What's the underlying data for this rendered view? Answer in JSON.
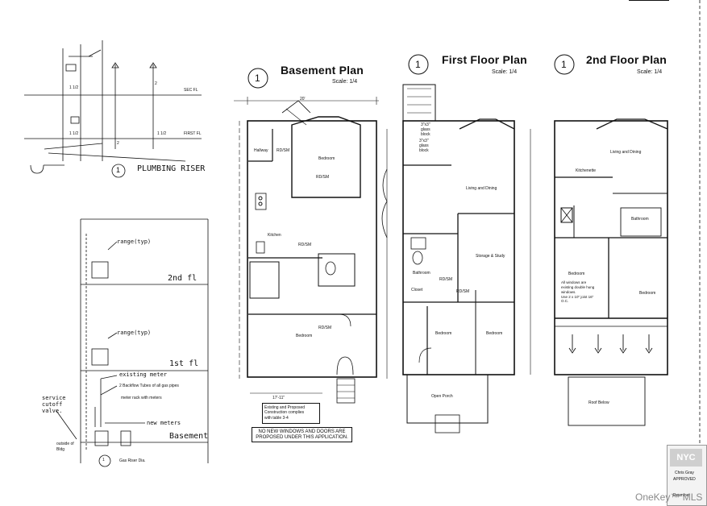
{
  "sheet": {
    "plumbing_riser": {
      "title": "PLUMBING RISER",
      "number": "1",
      "floor_labels": [
        "SEC FL",
        "FIRST FL"
      ],
      "sizes": [
        "1 1/2",
        "1 1/2",
        "1 1/2",
        "2",
        "2"
      ]
    },
    "gas_riser": {
      "number": "1",
      "title": "Gas Riser Dia.",
      "labels": {
        "range_2": "range(typ)",
        "range_1": "range(typ)",
        "fl2": "2nd fl",
        "fl1": "1st fl",
        "basement": "Basement",
        "existing_meter": "existing meter",
        "backflow": "2 Backflow Tubes of all gas pipes",
        "meter_rack": "meter rack with meters",
        "new_meters": "new meters",
        "service": "service cutoff valve.",
        "outside": "outside of Bldg"
      }
    },
    "basement": {
      "number": "1",
      "title": "Basement Plan",
      "scale": "Scale: 1/4",
      "rooms": {
        "hallway": "Hallway",
        "kitchen": "Kitchen",
        "bedroom1": "Bedroom",
        "bedroom2": "Bedroom"
      },
      "room_tags": [
        "RD/SM",
        "RD/SM",
        "RD/SM",
        "RD/SM"
      ],
      "notes": [
        "Existing and Proposed",
        "Construction complies",
        "with table 3-4"
      ],
      "warning": "NO NEW WINDOWS AND DOORS ARE PROPOSED UNDER THIS APPLICATION.",
      "dim_bottom": "17'-11\"",
      "dim_top": "20'"
    },
    "first_floor": {
      "number": "1",
      "title": "First Floor Plan",
      "scale": "Scale: 1/4",
      "rooms": {
        "living": "Living and Dining",
        "storage": "Storage & Study",
        "bathroom": "Bathroom",
        "closet": "Closet",
        "bedroom1": "Bedroom",
        "bedroom2": "Bedroom",
        "porch": "Open Porch"
      },
      "glass_block": [
        "3\"x3\" glass block",
        "3\"x3\" glass block"
      ],
      "room_tags": [
        "RD/SM",
        "RD/SM"
      ]
    },
    "second_floor": {
      "number": "1",
      "title": "2nd Floor Plan",
      "scale": "Scale: 1/4",
      "rooms": {
        "living": "Living and Dining",
        "kitchen": "Kitchenette",
        "bathroom": "Bathroom",
        "bedroom1": "Bedroom",
        "bedroom2": "Bedroom",
        "roof": "Roof Below"
      },
      "notes": [
        "All windows are",
        "existing double hung",
        "windows.",
        "Use 2 x 10\" joist 16\"",
        "O.C."
      ]
    },
    "stamp": {
      "line1": "Chris Gray",
      "line2": "APPROVED",
      "line3": "Examiner"
    },
    "watermark": "OneKey™ MLS"
  }
}
